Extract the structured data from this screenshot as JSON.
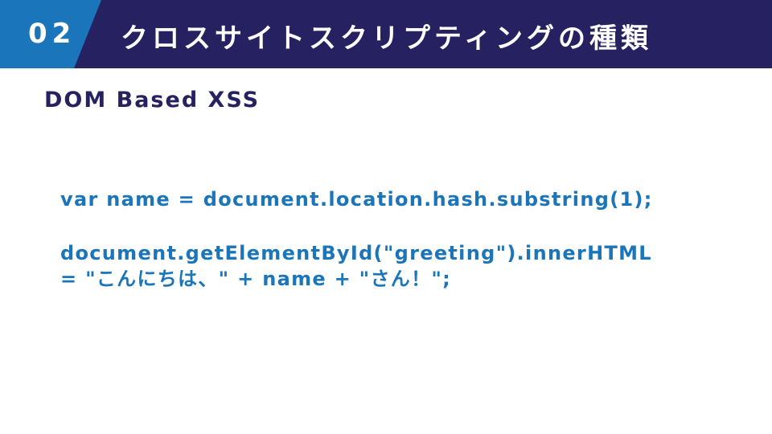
{
  "header": {
    "section_number": "02",
    "title": "クロスサイトスクリプティングの種類"
  },
  "subtitle": "DOM Based XSS",
  "code_lines": [
    "var name = document.location.hash.substring(1);",
    "document.getElementById(\"greeting\").innerHTML",
    "= \"こんにちは、\" + name + \"さん！\";"
  ],
  "colors": {
    "accent_blue": "#1b75bb",
    "navy": "#262262"
  }
}
